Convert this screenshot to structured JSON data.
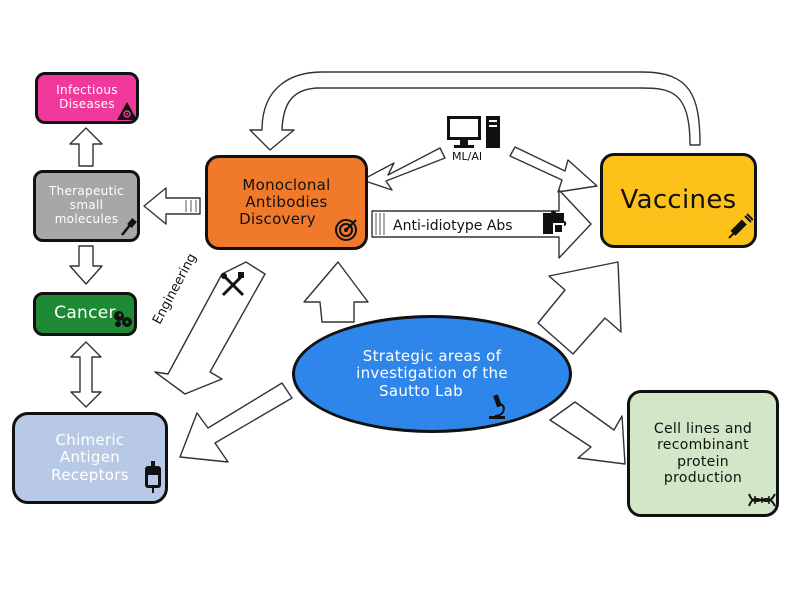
{
  "nodes": {
    "infectious": {
      "lines": [
        "Infectious",
        "Diseases"
      ]
    },
    "small_molecules": {
      "lines": [
        "Therapeutic",
        "small",
        "molecules"
      ]
    },
    "cancer": {
      "lines": [
        "Cancer"
      ]
    },
    "car": {
      "lines": [
        "Chimeric",
        "Antigen",
        "Receptors"
      ]
    },
    "mab": {
      "lines": [
        "Monoclonal",
        "Antibodies",
        "Discovery"
      ]
    },
    "vaccines": {
      "lines": [
        "Vaccines"
      ]
    },
    "cell_lines": {
      "lines": [
        "Cell lines and",
        "recombinant",
        "protein",
        "production"
      ]
    },
    "center": {
      "lines": [
        "Strategic areas of",
        "investigation of the",
        "Sautto Lab"
      ]
    }
  },
  "edge_labels": {
    "ml_ai": "ML/AI",
    "anti_idiotype": "Anti-idiotype Abs",
    "engineering": "Engineering"
  },
  "icons": [
    "biohazard-icon",
    "pipette-icon",
    "cells-icon",
    "blood-bag-icon",
    "target-icon",
    "syringe-icon",
    "dna-icon",
    "microscope-icon",
    "computer-icon",
    "puzzle-icon",
    "tools-icon"
  ],
  "colors": {
    "infectious": "#f0399a",
    "small_molecules": "#a7a7a7",
    "cancer": "#1f8a35",
    "car": "#b8c9e6",
    "mab": "#f07a2a",
    "vaccines": "#fcc21a",
    "cell_lines": "#d2e7c8",
    "center": "#2e85ea"
  }
}
